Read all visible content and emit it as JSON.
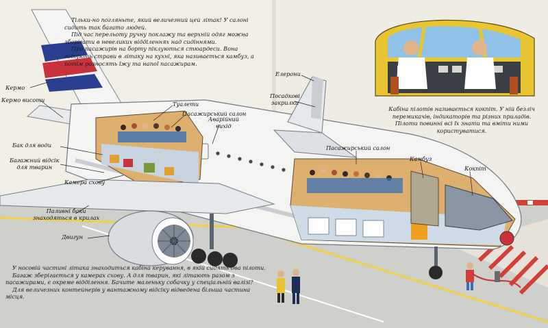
{
  "intro_text": [
    "Тільки-но погляньте, який величезний цей літак! У салоні сидить так багато людей.",
    "Під час перельоту ручну поклажу та верхній одяг можна зберігати в невеликих відділеннях над сидіннями.",
    "Про пасажирів на борту піклуються стюардеси. Вона готують страви в літаку на кухні, яка називається камбуз, а потім розносять їжу та напої пасажирам."
  ],
  "cockpit_text": "Кабіна пілотів називається кокпіт. У ній безліч перемикачів, індикаторів та різних приладів. Пілоти повинні всі їх знати та вміти ними користуватися.",
  "bottom_text": [
    "У носовій частині літака знаходиться кабіна керування, в якій сидять два пілоти.",
    "Багаж зберігається у камерах схову. А для тварин, які літають разом з пасажирами, є окреме відділення. Бачите маленьку собачку у спеціальній валізі?",
    "Для величезних контейнерів у вантажному відсіку відведена більша частина місця."
  ],
  "labels": {
    "rudder": "Кермо",
    "elevator": "Кермо висоти",
    "toilets": "Туалети",
    "cabin_rear": "Пасажирський салон",
    "emergency_exit_1": "Аварійний",
    "emergency_exit_2": "вихід",
    "water_tank": "Бак для води",
    "pets_1": "Багажний відсік",
    "pets_2": "для тварин",
    "storage": "Камера схову",
    "fuel_1": "Паливні баки",
    "fuel_2": "знаходяться в крилах",
    "engine": "Двигун",
    "ailerons": "Елерони",
    "flaps_1": "Посадкові",
    "flaps_2": "закрилки",
    "cabin_front": "Пасажирський салон",
    "galley": "Камбуз",
    "cockpit": "Кокпіт"
  },
  "colors": {
    "fuselage": "#f4f4f2",
    "wing": "#e6e9ec",
    "stripe_blue": "#2a3f8f",
    "stripe_red": "#c8323a",
    "cabin_interior": "#ddb070",
    "tarmac": "#cfcfcb",
    "cockpit_frame": "#e8c430"
  }
}
